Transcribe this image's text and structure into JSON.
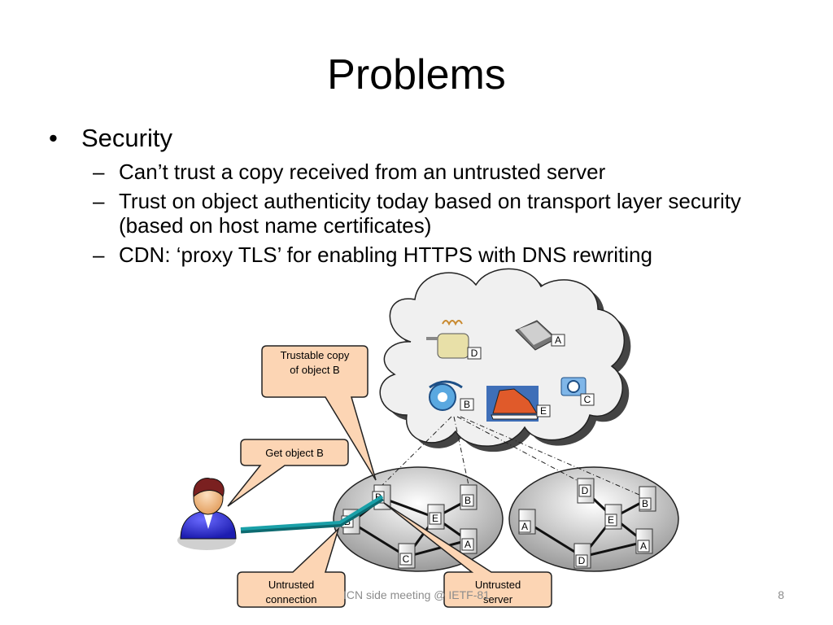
{
  "slide": {
    "title": "Problems",
    "bullet": "Security",
    "bullet_marker": "•",
    "sub_marker": "–",
    "sub_items": [
      "Can’t trust a copy received from an untrusted server",
      "Trust on object authenticity today based on transport layer security (based on host name certificates)",
      "CDN: ‘proxy TLS’ for enabling HTTPS with DNS rewriting"
    ],
    "footer": "ICN side meeting @ IETF-81",
    "page_number": "8"
  },
  "diagram": {
    "callouts": {
      "trustable": [
        "Trustable copy",
        "of object B"
      ],
      "get": [
        "Get object B"
      ],
      "untrusted_conn": [
        "Untrusted",
        "connection"
      ],
      "untrusted_server": [
        "Untrusted",
        "server"
      ]
    },
    "cloud_objects": {
      "toaster": "D",
      "book": "A",
      "film": "B",
      "shoe": "E",
      "camera": "C"
    },
    "left_network_nodes": [
      "B",
      "B",
      "E",
      "A",
      "C",
      "B"
    ],
    "right_network_nodes": [
      "D",
      "B",
      "E",
      "A",
      "A",
      "D"
    ],
    "colors": {
      "callout_fill": "#fcd5b4",
      "cloud_fill": "#f0f0f0",
      "connection": "#1aa0a8",
      "user_shirt": "#2f2fd8",
      "user_hair": "#7a2020"
    }
  }
}
